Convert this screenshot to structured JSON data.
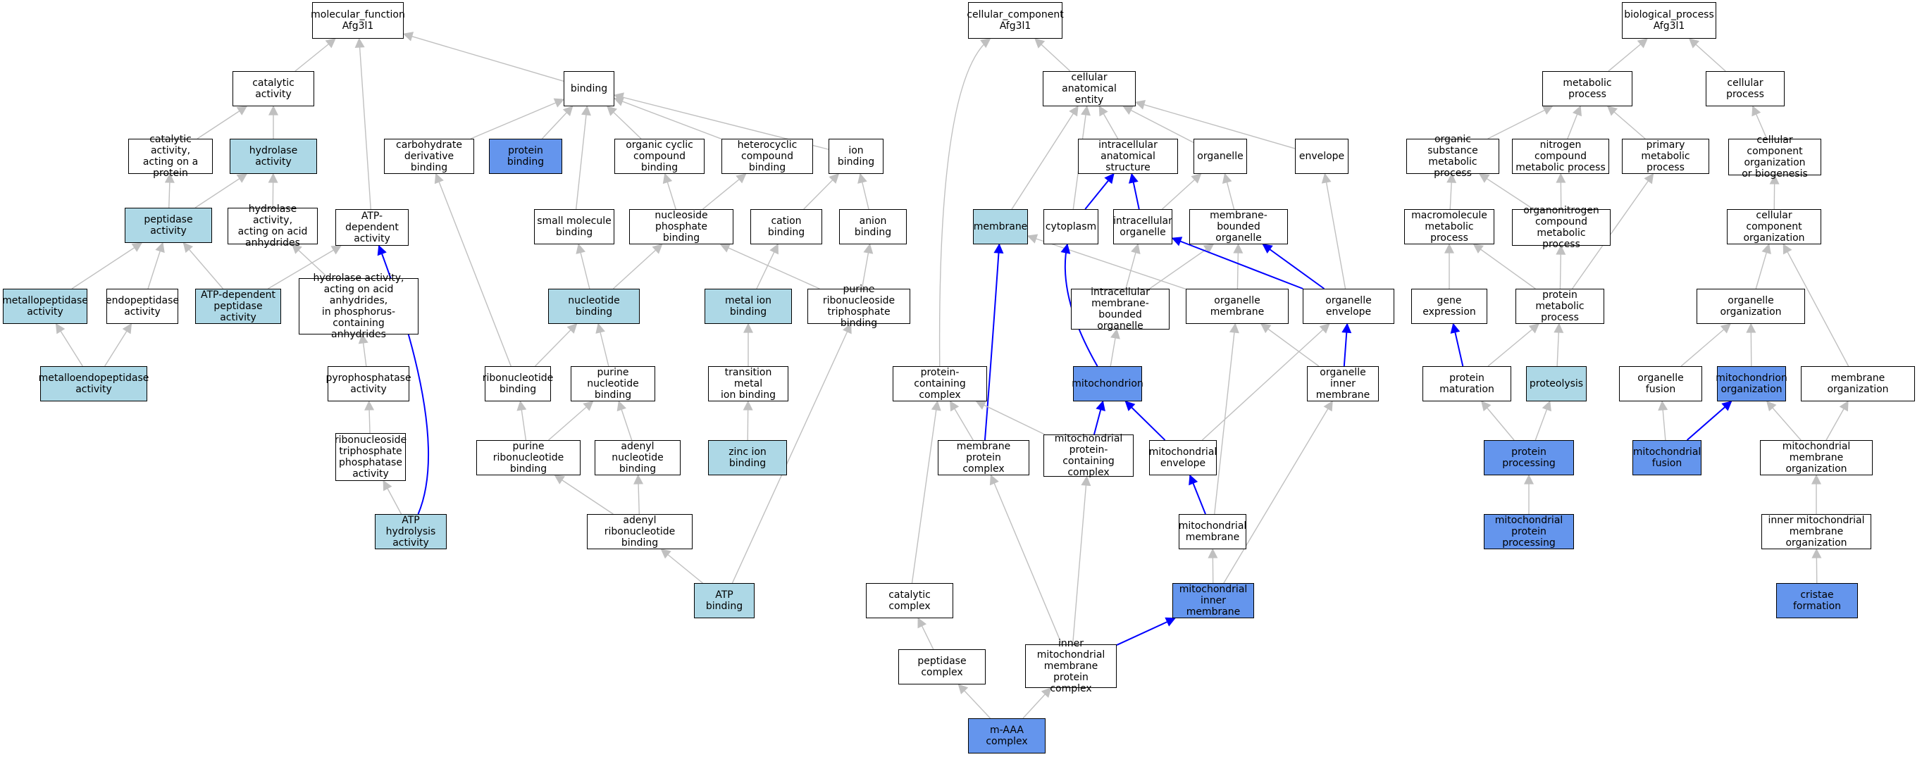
{
  "colors": {
    "plain": "#ffffff",
    "light": "#add8e6",
    "blue": "#6495ed",
    "edge_gray": "#c0c0c0",
    "edge_blue": "#0000ff"
  },
  "nodes": {
    "mf_root": "molecular_function\nAfg3l1",
    "catalytic": "catalytic activity",
    "binding": "binding",
    "cat_protein": "catalytic activity,\nacting on a\nprotein",
    "hydrolase": "hydrolase activity",
    "carb_deriv": "carbohydrate\nderivative binding",
    "protein_binding": "protein binding",
    "org_cyclic": "organic cyclic\ncompound binding",
    "heterocyclic": "heterocyclic\ncompound binding",
    "ion_binding": "ion binding",
    "peptidase": "peptidase activity",
    "hyd_anhydrides": "hydrolase activity,\nacting on acid\nanhydrides",
    "atp_dep": "ATP-dependent\nactivity",
    "small_mol": "small molecule\nbinding",
    "nuc_phos": "nucleoside phosphate\nbinding",
    "cation": "cation binding",
    "anion": "anion binding",
    "metallopep": "metallopeptidase\nactivity",
    "endopep": "endopeptidase\nactivity",
    "atp_dep_pep": "ATP-dependent\npeptidase activity",
    "hyd_phos": "hydrolase activity,\nacting on acid\nanhydrides,\nin phosphorus-containing\nanhydrides",
    "nucleotide": "nucleotide binding",
    "metal_ion": "metal ion binding",
    "pur_ribo_tri": "purine ribonucleoside\ntriphosphate\nbinding",
    "metalloendo": "metalloendopeptidase\nactivity",
    "pyrophos": "pyrophosphatase\nactivity",
    "ribonucleotide": "ribonucleotide\nbinding",
    "purine_nuc": "purine nucleotide\nbinding",
    "trans_metal": "transition metal\nion binding",
    "ribo_tri_phos": "ribonucleoside\ntriphosphate\nphosphatase\nactivity",
    "pur_ribonuc": "purine ribonucleotide\nbinding",
    "adenyl_nuc": "adenyl nucleotide\nbinding",
    "zinc": "zinc ion binding",
    "atp_hydrolysis": "ATP hydrolysis\nactivity",
    "adenyl_ribo": "adenyl ribonucleotide\nbinding",
    "atp_binding": "ATP binding",
    "cc_root": "cellular_component\nAfg3l1",
    "cell_anat": "cellular anatomical\nentity",
    "intracell_struct": "intracellular\nanatomical structure",
    "organelle": "organelle",
    "envelope": "envelope",
    "membrane": "membrane",
    "cytoplasm": "cytoplasm",
    "intracell_org": "intracellular\norganelle",
    "mem_bounded": "membrane-bounded\norganelle",
    "intracell_mb_org": "intracellular\nmembrane-bounded\norganelle",
    "org_membrane": "organelle membrane",
    "org_envelope": "organelle envelope",
    "protein_containing": "protein-containing\ncomplex",
    "mitochondrion": "mitochondrion",
    "org_inner_mem": "organelle inner\nmembrane",
    "mem_prot_complex": "membrane protein\ncomplex",
    "mito_prot_complex": "mitochondrial\nprotein-containing\ncomplex",
    "mito_envelope": "mitochondrial\nenvelope",
    "mito_membrane": "mitochondrial\nmembrane",
    "catalytic_complex": "catalytic complex",
    "mito_inner_mem": "mitochondrial\ninner membrane",
    "peptidase_complex": "peptidase complex",
    "inner_mito_complex": "inner mitochondrial\nmembrane protein\ncomplex",
    "maaa": "m-AAA complex",
    "bp_root": "biological_process\nAfg3l1",
    "metabolic": "metabolic process",
    "cellular_process": "cellular process",
    "org_substance": "organic substance\nmetabolic process",
    "nitrogen": "nitrogen compound\nmetabolic process",
    "primary_met": "primary metabolic\nprocess",
    "cc_org_bio": "cellular component\norganization\nor biogenesis",
    "macromolecule": "macromolecule\nmetabolic process",
    "organonitrogen": "organonitrogen\ncompound metabolic\nprocess",
    "cc_org": "cellular component\norganization",
    "gene_expr": "gene expression",
    "prot_metabolic": "protein metabolic\nprocess",
    "organelle_org": "organelle organization",
    "prot_maturation": "protein maturation",
    "proteolysis": "proteolysis",
    "org_fusion": "organelle fusion",
    "mito_org": "mitochondrion\norganization",
    "membrane_org": "membrane organization",
    "prot_processing": "protein processing",
    "mito_fusion": "mitochondrial\nfusion",
    "mito_mem_org": "mitochondrial\nmembrane organization",
    "mito_prot_proc": "mitochondrial\nprotein processing",
    "inner_mito_mem_org": "inner mitochondrial\nmembrane organization",
    "cristae": "cristae formation"
  }
}
